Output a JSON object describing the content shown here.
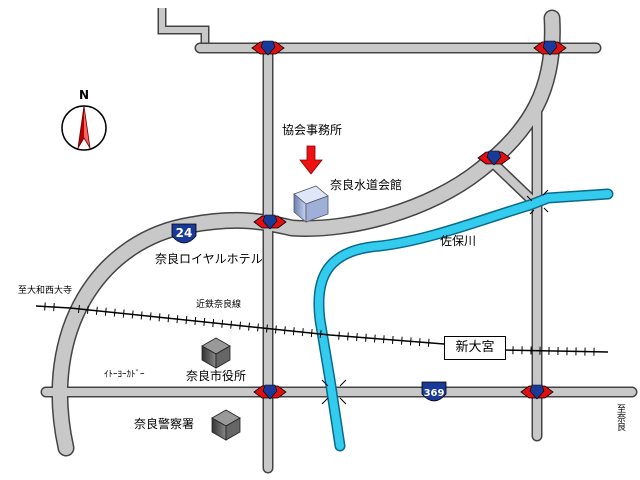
{
  "compass": {
    "north_label": "N"
  },
  "labels": {
    "association_office": "協会事務所",
    "water_hall": "奈良水道会館",
    "river": "佐保川",
    "hotel": "奈良ロイヤルホテル",
    "to_yamato_saidaiji": "至大和西大寺",
    "kintetsu_line": "近鉄奈良線",
    "shin_omiya": "新大宮",
    "ito_yokado": "ｲﾄｰﾖｰｶﾄﾞｰ",
    "city_hall": "奈良市役所",
    "police": "奈良警察署",
    "to_nara": "至奈良"
  },
  "routes": {
    "r24": "24",
    "r369": "369"
  },
  "colors": {
    "road": "#c8c8c8",
    "road_edge": "#444444",
    "river": "#33ccee",
    "signal_red": "#e01010",
    "signal_blue": "#1a3a9a",
    "route_shield": "#1a3a9a",
    "arrow_red": "#ee1111"
  },
  "icons": [
    "north-compass-icon",
    "traffic-signal-icon",
    "route-shield-icon",
    "building-icon",
    "down-arrow-icon"
  ]
}
